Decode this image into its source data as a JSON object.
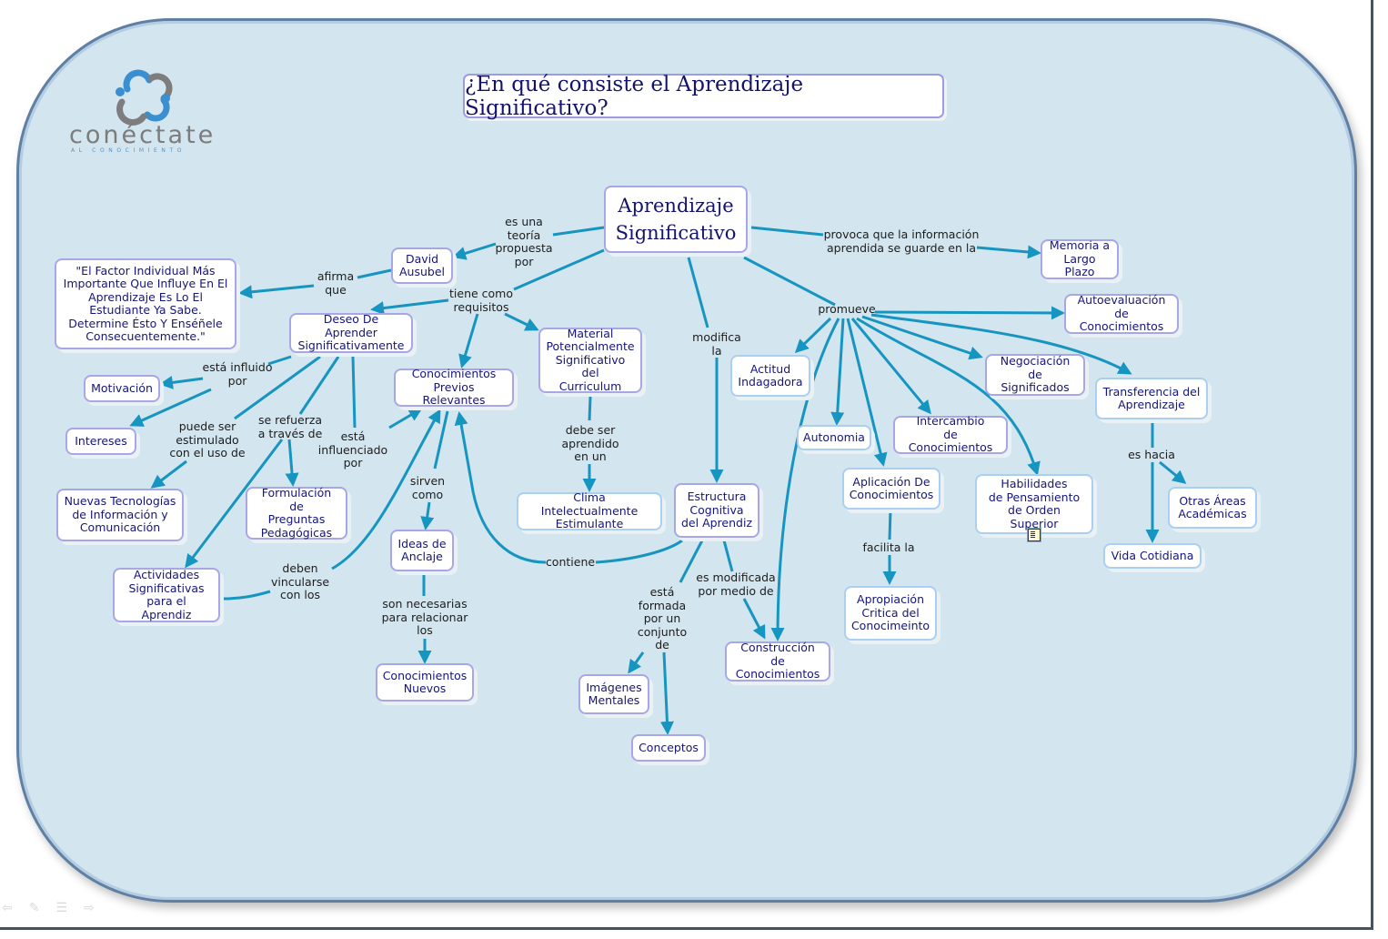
{
  "title": "¿En qué consiste el Aprendizaje Significativo?",
  "logo": {
    "name": "conéctate",
    "subtitle": "AL CONOCIMIENTO"
  },
  "colors": {
    "link": "#1695c1",
    "node_border": "#a7a7e6",
    "node_text": "#15157a",
    "board": "#d3e5ee"
  },
  "nodes": {
    "main": "Aprendizaje\nSignificativo",
    "ausubel": "David\nAusubel",
    "quote": "\"El Factor Individual Más\nImportante Que Influye En El\nAprendizaje Es Lo El\nEstudiante Ya Sabe.\nDetermine Ésto Y Enséñele\nConsecuentemente.\"",
    "deseo": "Deseo De Aprender\nSignificativamente",
    "motivacion": "Motivación",
    "intereses": "Intereses",
    "tecnologias": "Nuevas Tecnologías\nde Información y\nComunicación",
    "formulacion": "Formulación de\nPreguntas\nPedagógicas",
    "actividades": "Actividades\nSignificativas\npara el Aprendiz",
    "previos": "Conocimientos\nPrevios Relevantes",
    "material": "Material\nPotencialmente\nSignificativo del\nCurriculum",
    "clima": "Clima Intelectualmente\nEstimulante",
    "anclaje": "Ideas de\nAnclaje",
    "nuevos": "Conocimientos\nNuevos",
    "estructura": "Estructura\nCognitiva\ndel Aprendiz",
    "imagenes": "Imágenes\nMentales",
    "conceptos": "Conceptos",
    "construccion": "Construcción de\nConocimientos",
    "memoria": "Memoria a\nLargo Plazo",
    "autoevaluacion": "Autoevaluación\nde Conocimientos",
    "actitud": "Actitud\nIndagadora",
    "autonomia": "Autonomia",
    "intercambio": "Intercambio\nde Conocimientos",
    "aplicacion": "Aplicación De\nConocimientos",
    "apropiacion": "Apropiación\nCritica del\nConocimeinto",
    "negociacion": "Negociación\nde Significados",
    "habilidades": "Habilidades\nde Pensamiento\nde Orden Superior",
    "transferencia": "Transferencia del\nAprendizaje",
    "otras": "Otras Áreas\nAcadémicas",
    "vida": "Vida Cotidiana"
  },
  "labels": {
    "teoria": "es una\nteoría\npropuesta\npor",
    "afirma": "afirma\nque",
    "requisitos": "tiene como\nrequisitos",
    "influido": "está influido\npor",
    "estimulado": "puede ser\nestimulado\ncon el uso de",
    "refuerza": "se refuerza\na través de",
    "influenciado": "está\ninfluenciado\npor",
    "vincularse": "deben\nvincularse\ncon los",
    "sirven": "sirven\ncomo",
    "necesarias": "son necesarias\npara relacionar\nlos",
    "debe_ser": "debe ser\naprendido\nen un",
    "modifica": "modifica\nla",
    "contiene": "contiene",
    "formada": "está\nformada\npor un\nconjunto\nde",
    "modificada": "es modificada\npor medio de",
    "provoca": "provoca que la información\naprendida se guarde en la",
    "promueve": "promueve",
    "facilita": "facilita la",
    "es_hacia": "es hacia"
  },
  "nav_icons": [
    "arrow-left-icon",
    "pen-icon",
    "menu-icon",
    "arrow-right-icon"
  ]
}
